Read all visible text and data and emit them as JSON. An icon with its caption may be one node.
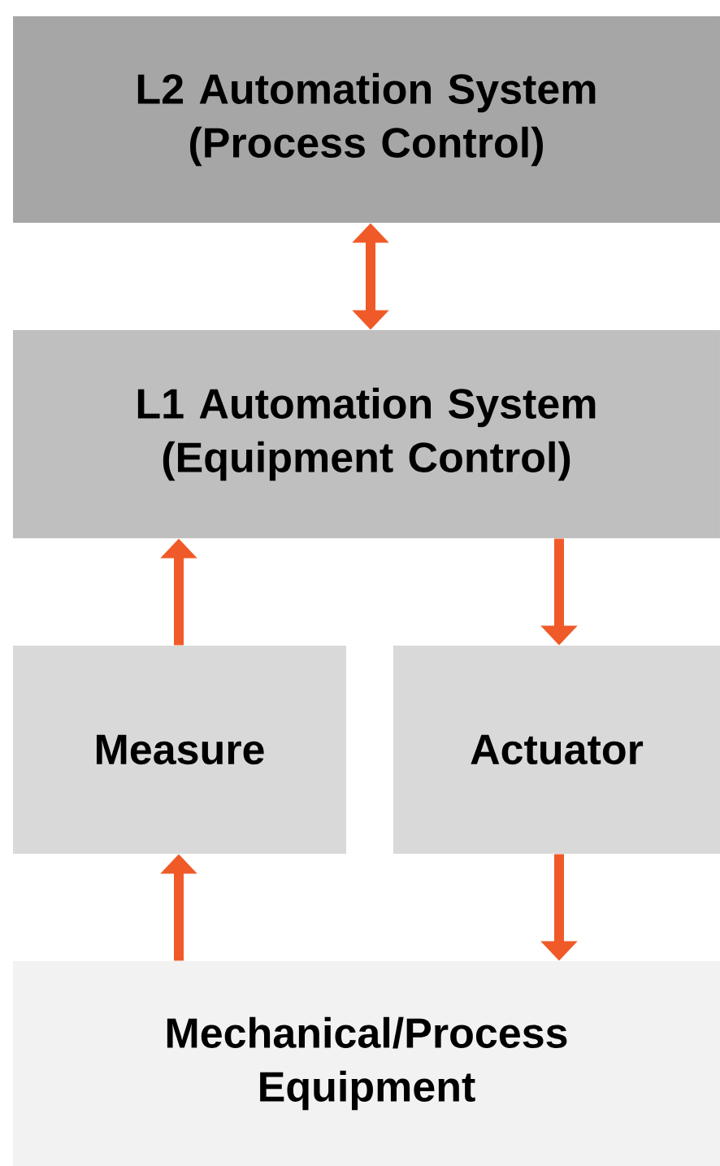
{
  "diagram": {
    "nodes": [
      {
        "text": [
          "L2 Automation System (Process Control)"
        ]
      },
      {
        "text": [
          "L1 Automation System (Equipment Control)"
        ]
      },
      {
        "text": [
          "Measure"
        ]
      },
      {
        "text": [
          "Actuator"
        ]
      },
      {
        "text": [
          "Mechanical/Process Equipment"
        ]
      }
    ],
    "edges": [
      {
        "from": 0,
        "to": 1,
        "arrow": "both"
      },
      {
        "from": 2,
        "to": 1,
        "arrow": "to"
      },
      {
        "from": 1,
        "to": 3,
        "arrow": "to"
      },
      {
        "from": 4,
        "to": 2,
        "arrow": "to"
      },
      {
        "from": 3,
        "to": 4,
        "arrow": "to"
      }
    ]
  }
}
